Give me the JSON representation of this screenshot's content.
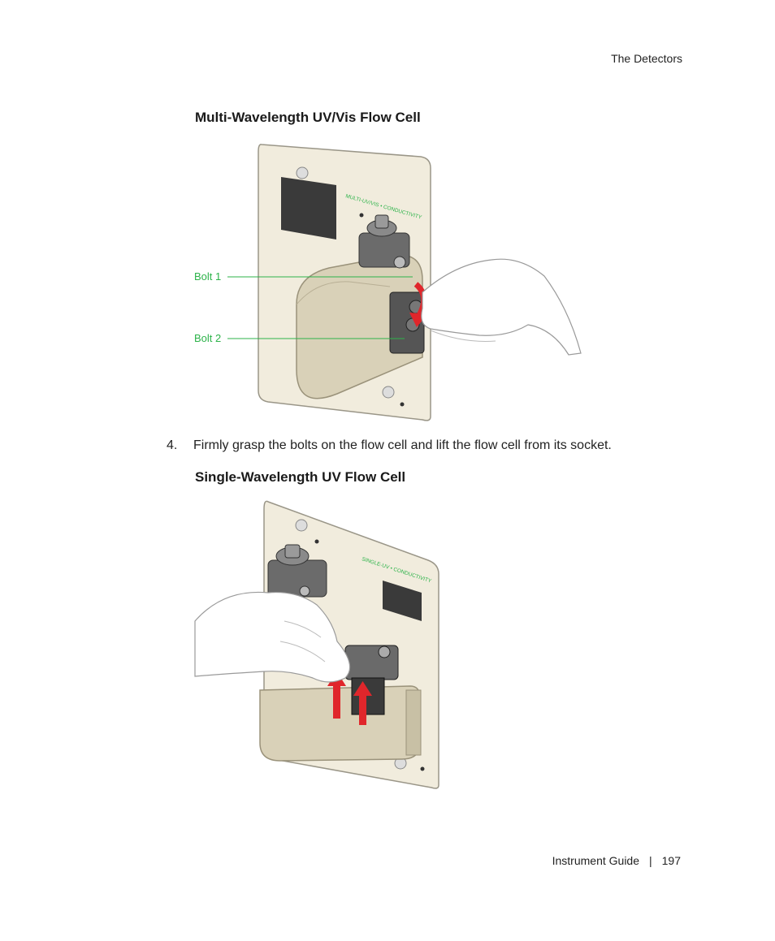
{
  "header": {
    "running_title": "The Detectors"
  },
  "figure1": {
    "title": "Multi-Wavelength UV/Vis Flow Cell",
    "callouts": [
      "Bolt 1",
      "Bolt 2"
    ],
    "panel_label": "MULTI-UV/VIS • CONDUCTIVITY",
    "label_color": "#2db34a",
    "arrow_color": "#e0262b"
  },
  "step": {
    "number": "4.",
    "text": "Firmly grasp the bolts on the flow cell and lift the flow cell from its socket."
  },
  "figure2": {
    "title": "Single-Wavelength UV Flow Cell",
    "panel_label": "SINGLE-UV • CONDUCTIVITY",
    "label_color": "#2db34a",
    "arrow_color": "#e0262b"
  },
  "footer": {
    "guide": "Instrument Guide",
    "separator": "|",
    "page": "197"
  }
}
